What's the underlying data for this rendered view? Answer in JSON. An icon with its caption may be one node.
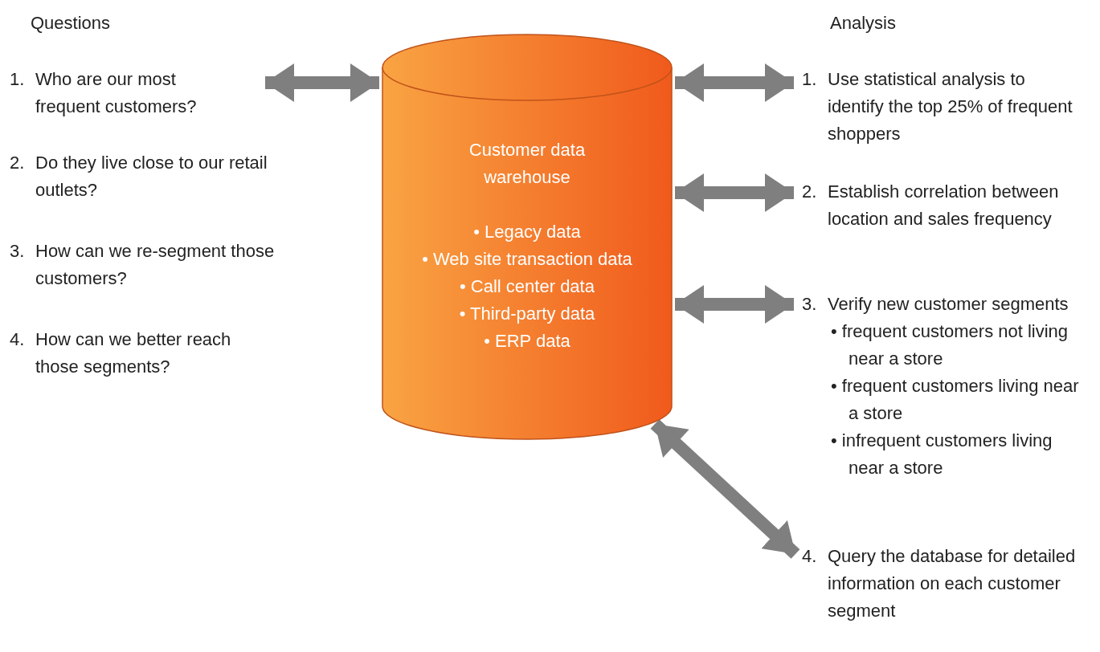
{
  "diagram": {
    "nodes": [
      {
        "text": [
          "Customer data warehouse",
          "• Legacy data",
          "• Web site transaction data",
          "• Call center data",
          "• Third-party data",
          "• ERP data"
        ]
      },
      {
        "text": [
          "1.",
          "Who are our most frequent customers?"
        ]
      },
      {
        "text": [
          "1.",
          "Use statistical analysis to identify the top 25% of frequent shoppers"
        ]
      },
      {
        "text": [
          "2.",
          "Establish correlation between location and sales frequency"
        ]
      },
      {
        "text": [
          "3.",
          "Verify new customer segments",
          "• frequent customers not living near a store",
          "• frequent customers living near a store",
          "• infrequent customers living near a store"
        ]
      },
      {
        "text": [
          "4.",
          "Query the database for detailed information on each customer segment"
        ]
      }
    ],
    "edges": [
      {
        "from": 1,
        "to": 0,
        "arrow": "both"
      },
      {
        "from": 0,
        "to": 2,
        "arrow": "both"
      },
      {
        "from": 0,
        "to": 3,
        "arrow": "both"
      },
      {
        "from": 0,
        "to": 4,
        "arrow": "both"
      },
      {
        "from": 0,
        "to": 5,
        "arrow": "both"
      }
    ],
    "labels": [
      "Questions",
      "Analysis",
      "2.",
      "Do they live close to our retail outlets?",
      "3.",
      "How can we re-segment those customers?",
      "4.",
      "How can we better reach those segments?"
    ]
  }
}
